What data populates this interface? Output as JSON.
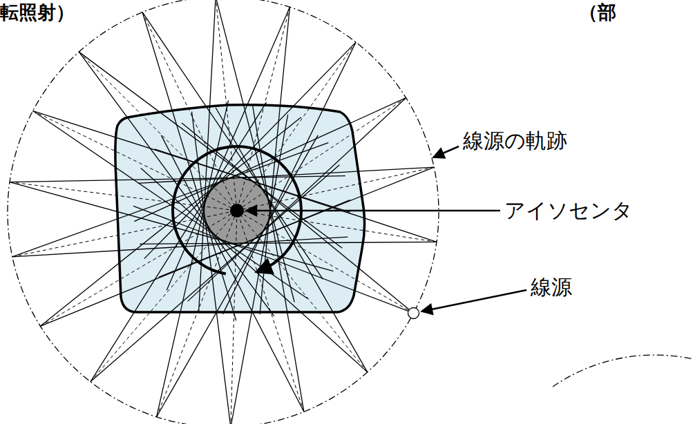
{
  "diagram": {
    "labels": [
      "転照射）",
      "（部",
      "線源の軌跡",
      "アイソセンタ",
      "線源"
    ]
  }
}
